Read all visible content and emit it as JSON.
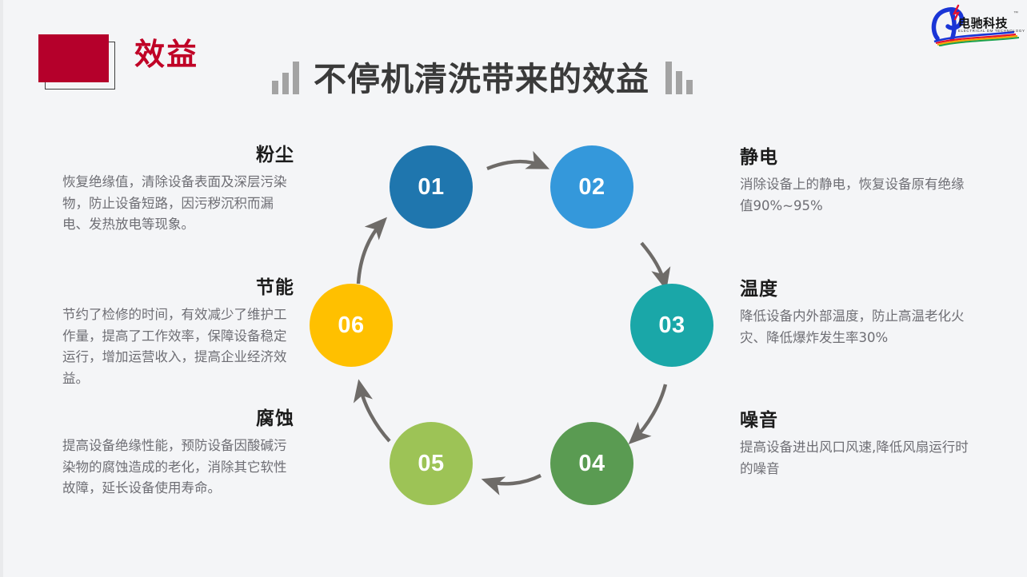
{
  "header": {
    "badge_label": "效益",
    "title": "不停机清洗带来的效益",
    "left_bars_icon": "bar-chart-ascending-icon",
    "right_bars_icon": "bar-chart-descending-icon"
  },
  "logo": {
    "cn_name": "电驰科技",
    "en_name": "ELECTRICAL DM TECHNOLOGY",
    "trademark": "™"
  },
  "blocks": [
    {
      "id": "01",
      "title": "粉尘",
      "body": "恢复绝缘值，清除设备表面及深层污染物，防止设备短路，因污秽沉积而漏电、发热放电等现象。",
      "side": "left",
      "color": "#1f76ae"
    },
    {
      "id": "02",
      "title": "静电",
      "body": "消除设备上的静电，恢复设备原有绝缘值90%~95%",
      "side": "right",
      "color": "#3498db"
    },
    {
      "id": "03",
      "title": "温度",
      "body": "降低设备内外部温度，防止高温老化火灾、降低爆炸发生率30%",
      "side": "right",
      "color": "#1aa7a8"
    },
    {
      "id": "04",
      "title": "噪音",
      "body": "提高设备进出风口风速,降低风扇运行时的噪音",
      "side": "right",
      "color": "#5a9b52"
    },
    {
      "id": "05",
      "title": "腐蚀",
      "body": "提高设备绝缘性能，预防设备因酸碱污染物的腐蚀造成的老化，消除其它软性故障，延长设备使用寿命。",
      "side": "left",
      "color": "#9dc356"
    },
    {
      "id": "06",
      "title": "节能",
      "body": "节约了检修的时间，有效减少了维护工作量，提高了工作效率，保障设备稳定运行，增加运营收入，提高企业经济效益。",
      "side": "left",
      "color": "#ffc000"
    }
  ],
  "diagram": {
    "nodes": [
      "01",
      "02",
      "03",
      "04",
      "05",
      "06"
    ],
    "arrow_color": "#6e6b68",
    "background": "#f4f5f7"
  },
  "colors": {
    "background": "#f4f5f7",
    "badge_red": "#b5002b",
    "badge_text_red": "#c00226",
    "title_gray": "#3a3a3a",
    "body_gray": "#6e6e74",
    "bar_gray": "#a3a3a3"
  }
}
